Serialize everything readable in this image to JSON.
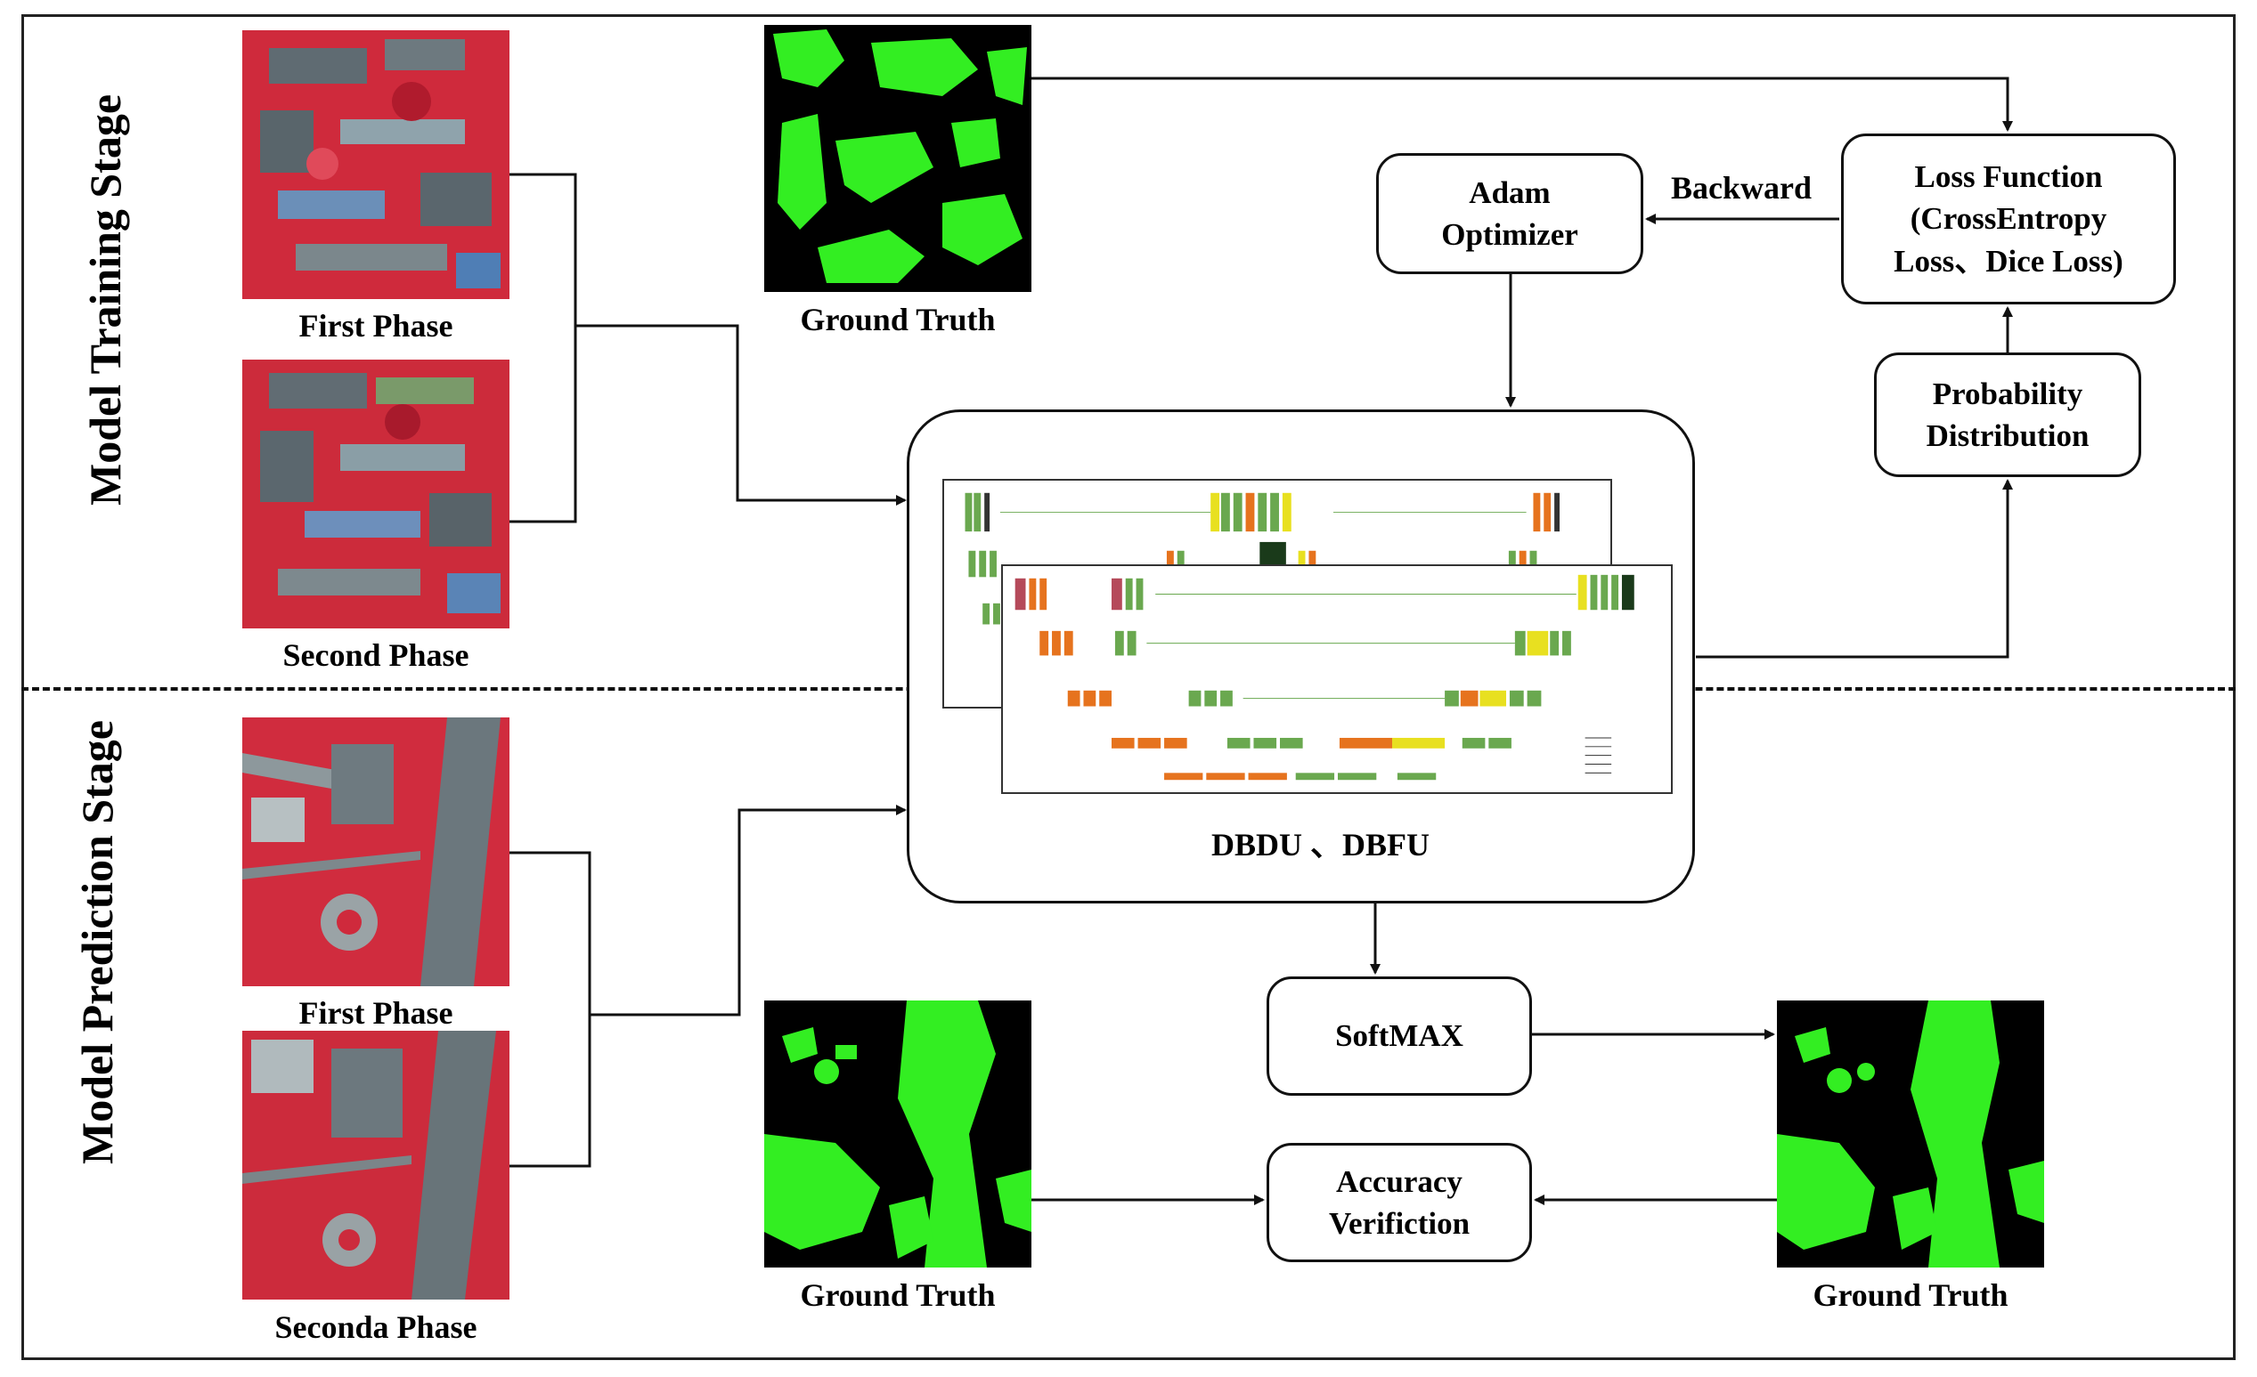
{
  "stages": {
    "training": "Model Training Stage",
    "prediction": "Model Prediction Stage"
  },
  "training": {
    "first_phase": "First Phase",
    "second_phase": "Second Phase",
    "ground_truth": "Ground Truth",
    "adam": [
      "Adam",
      "Optimizer"
    ],
    "backward": "Backward",
    "loss": [
      "Loss Function",
      "(CrossEntropy",
      "Loss、Dice Loss)"
    ],
    "probability": [
      "Probability",
      "Distribution"
    ]
  },
  "network": {
    "title": "DBDU 、DBFU"
  },
  "prediction": {
    "first_phase": "First Phase",
    "second_phase": "Seconda Phase",
    "ground_truth_left": "Ground Truth",
    "ground_truth_right": "Ground Truth",
    "softmax": "SoftMAX",
    "accuracy": [
      "Accuracy",
      "Verifiction"
    ]
  },
  "colors": {
    "mask_green": "#33ee22",
    "mask_black": "#000000",
    "urban_red": "#d8253a",
    "urban_gray": "#5e6a70",
    "block_green": "#6aa84f",
    "block_orange": "#e6731e",
    "block_yellow": "#e8e020"
  }
}
